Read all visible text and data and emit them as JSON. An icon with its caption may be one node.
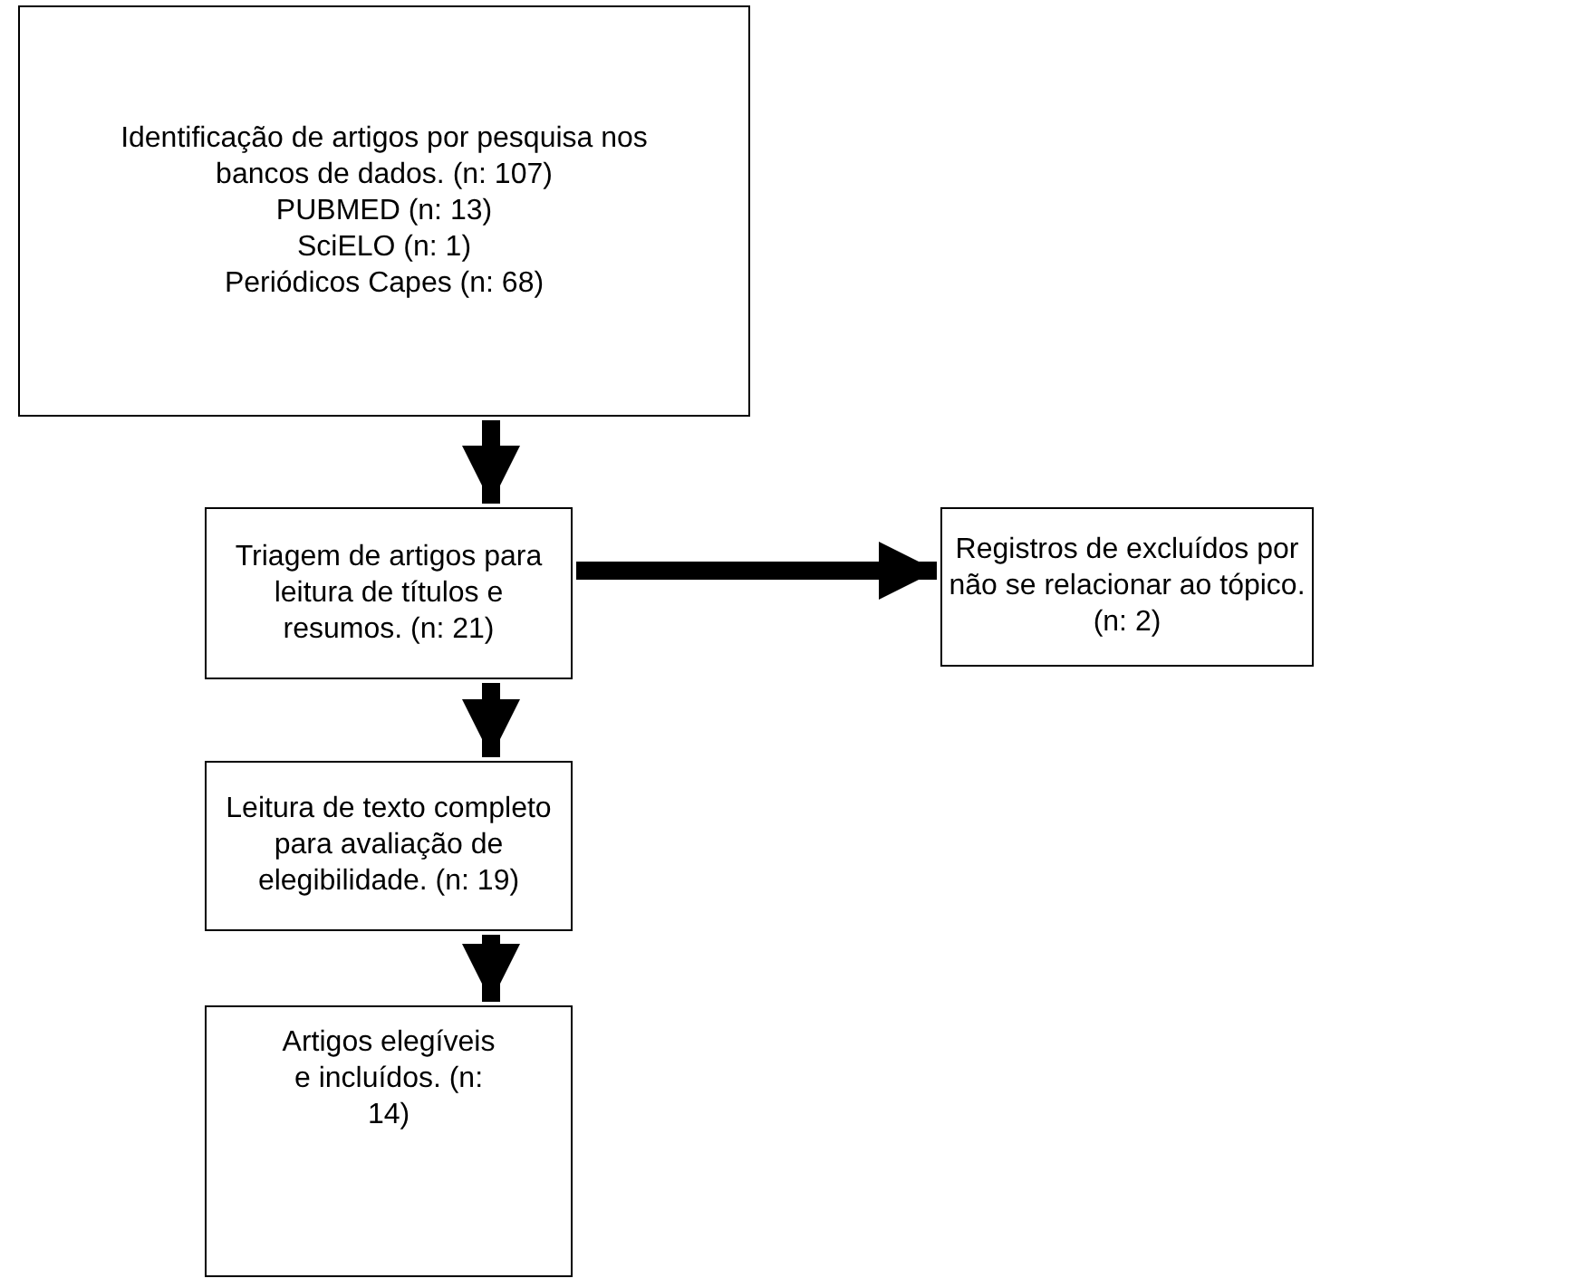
{
  "diagram": {
    "nodes": [
      {
        "text": [
          "Identificação de artigos por pesquisa nos bancos de dados. (n: 107)",
          "PUBMED (n: 13)",
          "SciELO (n: 1)",
          "Periódicos Capes (n: 68)"
        ]
      },
      {
        "text": [
          "Triagem de artigos para leitura de títulos e resumos. (n: 21)"
        ]
      },
      {
        "text": [
          "Registros de excluídos por não se relacionar ao tópico. (n: 2)"
        ]
      },
      {
        "text": [
          "Leitura de texto completo para avaliação de elegibilidade. (n: 19)"
        ]
      },
      {
        "text": [
          "Artigos elegíveis e incluídos. (n: 14)"
        ]
      }
    ],
    "edges": [
      {
        "from": 0,
        "to": 1,
        "arrow": "to"
      },
      {
        "from": 1,
        "to": 2,
        "arrow": "to"
      },
      {
        "from": 1,
        "to": 3,
        "arrow": "to"
      },
      {
        "from": 3,
        "to": 4,
        "arrow": "to"
      }
    ]
  }
}
